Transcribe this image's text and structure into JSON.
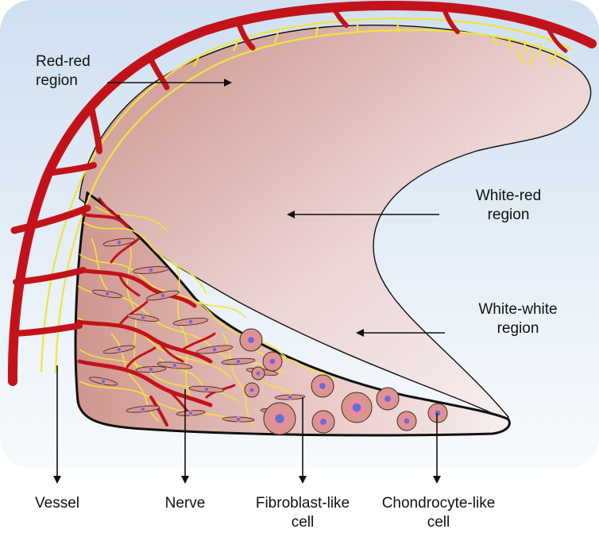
{
  "labels": {
    "red_red": [
      "Red-red",
      "region"
    ],
    "white_red": [
      "White-red",
      "region"
    ],
    "white_white": [
      "White-white",
      "region"
    ],
    "vessel": [
      "Vessel"
    ],
    "nerve": [
      "Nerve"
    ],
    "fibroblast": [
      "Fibroblast-like",
      "cell"
    ],
    "chondrocyte": [
      "Chondrocyte-like",
      "cell"
    ]
  },
  "colors": {
    "background_top": "#d0e1f1",
    "background_bottom": "#f4f8fc",
    "vessel": "#c2131a",
    "nerve": "#f3ea3a",
    "tissue_dark": "#c98f87",
    "tissue_light": "#f7f0f1",
    "cell_fill": "#d9968f",
    "nucleus_outer": "#ec8aa0",
    "nucleus_inner": "#5f72d1"
  },
  "icons": {
    "arrow": "arrow-icon",
    "vessel": "vessel-icon",
    "nerve": "nerve-icon",
    "fibroblast": "fibroblast-cell-icon",
    "chondrocyte": "chondrocyte-cell-icon"
  }
}
